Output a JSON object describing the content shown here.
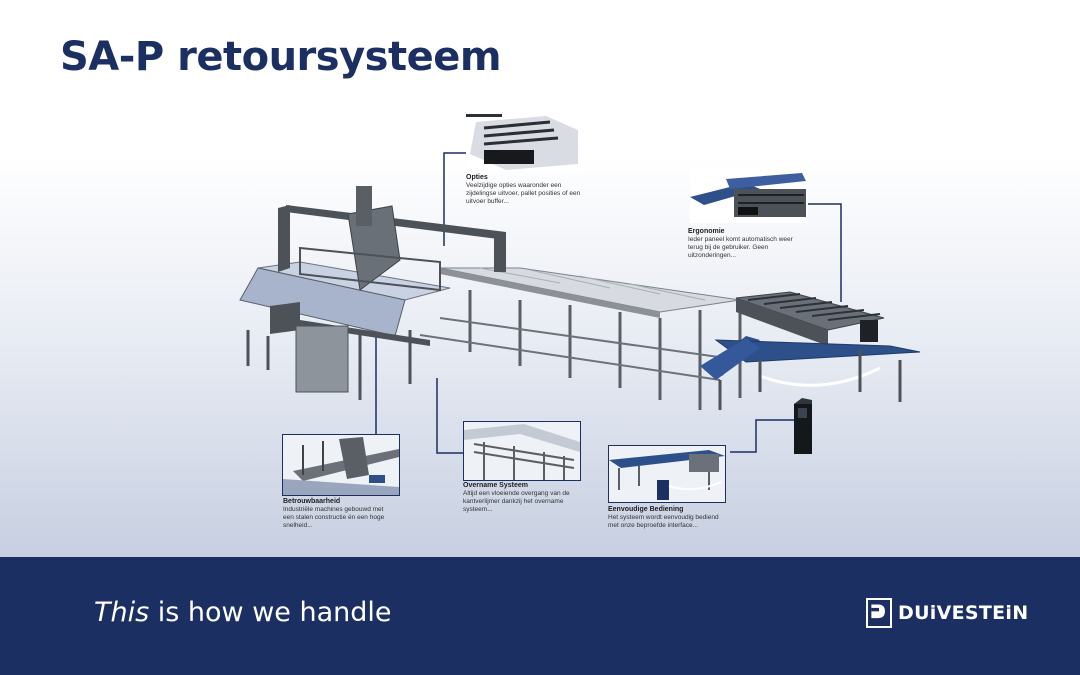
{
  "title": "SA-P retoursysteem",
  "callouts": {
    "opties": {
      "title": "Opties",
      "text": "Veelzijdige opties waaronder een zijdelingse uitvoer, pallet posities of een uitvoer buffer..."
    },
    "ergonomie": {
      "title": "Ergonomie",
      "text": "Ieder paneel komt automatisch weer terug bij de gebruiker. Geen uitzonderingen..."
    },
    "betrouwbaarheid": {
      "title": "Betrouwbaarheid",
      "text": "Industriële machines gebouwd met een stalen constructie én een hoge snelheid..."
    },
    "overname": {
      "title": "Overname Systeem",
      "text": "Altijd een vloeiende overgang van de kantverlijmer dankzij het overname systeem..."
    },
    "bediening": {
      "title": "Eenvoudige Bediening",
      "text": "Het systeem wordt eenvoudig bediend met onze beproefde interface..."
    }
  },
  "footer": {
    "tagline_italic": "This",
    "tagline_rest": " is how we handle",
    "logo_text": "DUiVESTEiN"
  },
  "colors": {
    "brand_navy": "#1b2f63",
    "conveyor_blue": "#2d4f8a",
    "frame_gray": "#5a5f66"
  }
}
